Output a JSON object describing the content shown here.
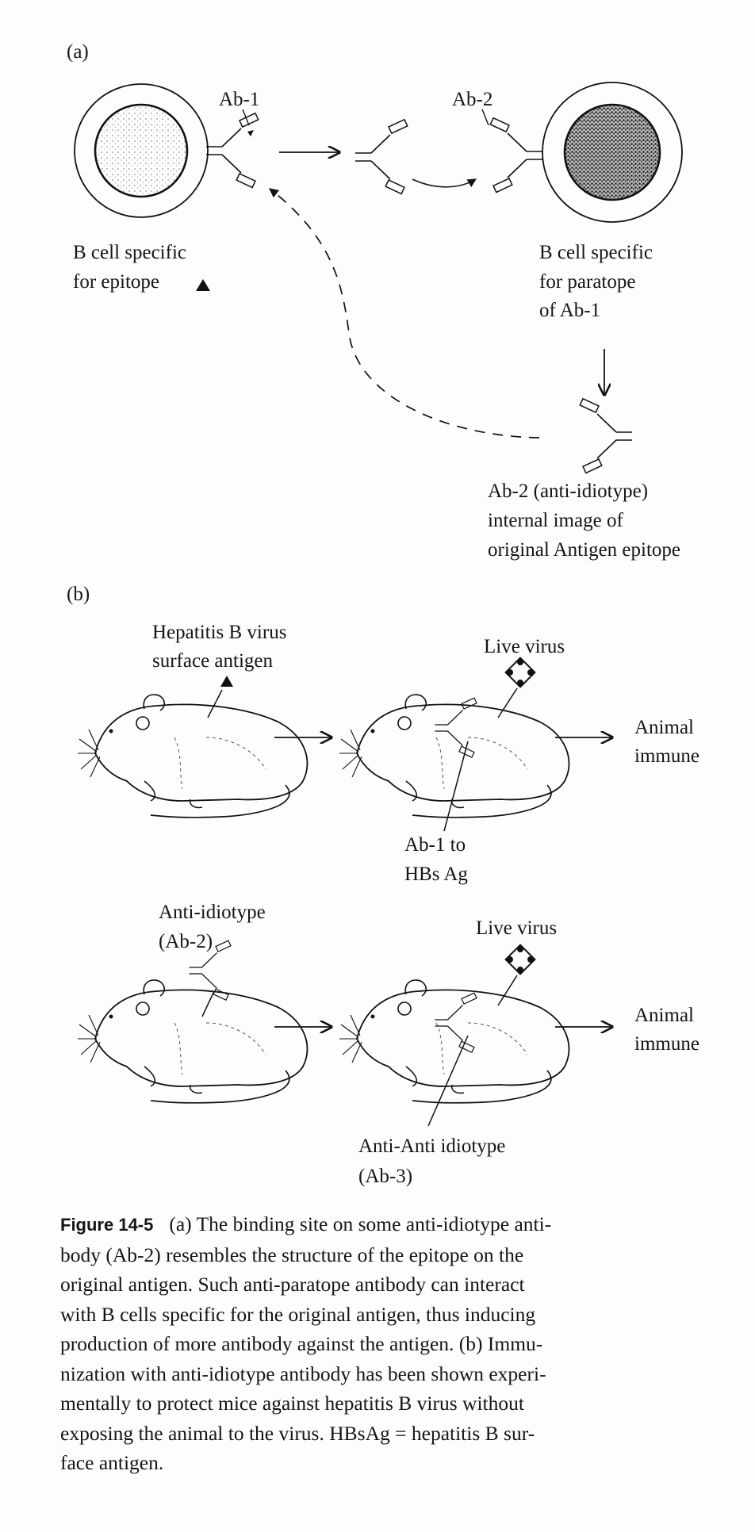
{
  "panel_a": {
    "label": "(a)",
    "ab1": "Ab-1",
    "ab2": "Ab-2",
    "left_cell_line1": "B cell specific",
    "left_cell_line2": "for epitope",
    "right_cell_line1": "B cell specific",
    "right_cell_line2": "for paratope",
    "right_cell_line3": "of Ab-1",
    "internal_line1": "Ab-2 (anti-idiotype)",
    "internal_line2": "internal image of",
    "internal_line3": "original Antigen epitope"
  },
  "panel_b": {
    "label": "(b)",
    "hbv_line1": "Hepatitis B virus",
    "hbv_line2": "surface antigen",
    "live_virus_top": "Live virus",
    "immune_top_line1": "Animal",
    "immune_top_line2": "immune",
    "ab1_to_line1": "Ab-1 to",
    "ab1_to_line2": "HBs Ag",
    "anti_idiotype_line1": "Anti-idiotype",
    "anti_idiotype_line2": "(Ab-2)",
    "live_virus_bottom": "Live virus",
    "immune_bottom_line1": "Animal",
    "immune_bottom_line2": "immune",
    "ab3_line1": "Anti-Anti idiotype",
    "ab3_line2": "(Ab-3)"
  },
  "caption": {
    "figure_label": "Figure 14-5",
    "lines": [
      "(a) The binding site on some anti-idiotype anti-",
      "body (Ab-2) resembles the structure of the epitope on the",
      "original antigen. Such anti-paratope antibody can interact",
      "with B cells specific for the original antigen, thus inducing",
      "production of more antibody against the antigen. (b) Immu-",
      "nization with anti-idiotype antibody has been shown experi-",
      "mentally to protect mice against hepatitis B virus without",
      "exposing the animal to the virus. HBsAg = hepatitis B sur-",
      "face antigen."
    ]
  }
}
